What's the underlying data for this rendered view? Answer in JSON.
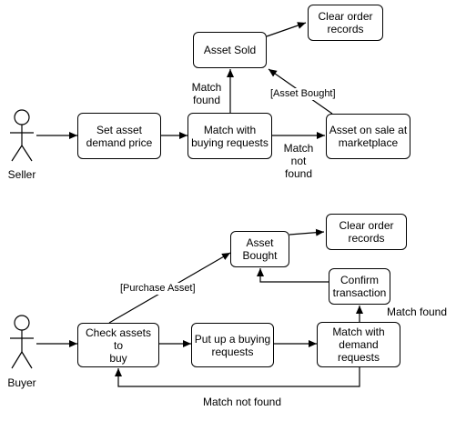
{
  "actors": {
    "seller": "Seller",
    "buyer": "Buyer"
  },
  "seller_flow": {
    "set_price": "Set asset\ndemand price",
    "match_buying": "Match with\nbuying requests",
    "asset_sold": "Asset Sold",
    "clear_records": "Clear order\nrecords",
    "on_sale": "Asset on sale at\nmarketplace",
    "match_found": "Match\nfound",
    "match_not_found": "Match\nnot\nfound",
    "asset_bought_guard": "[Asset Bought]"
  },
  "buyer_flow": {
    "check_assets": "Check assets to\nbuy",
    "put_up_request": "Put up a buying\nrequests",
    "match_demand": "Match with\ndemand\nrequests",
    "confirm": "Confirm\ntransaction",
    "asset_bought": "Asset\nBought",
    "clear_records": "Clear order\nrecords",
    "purchase_guard": "[Purchase Asset]",
    "match_found": "Match found",
    "match_not_found": "Match not found"
  }
}
